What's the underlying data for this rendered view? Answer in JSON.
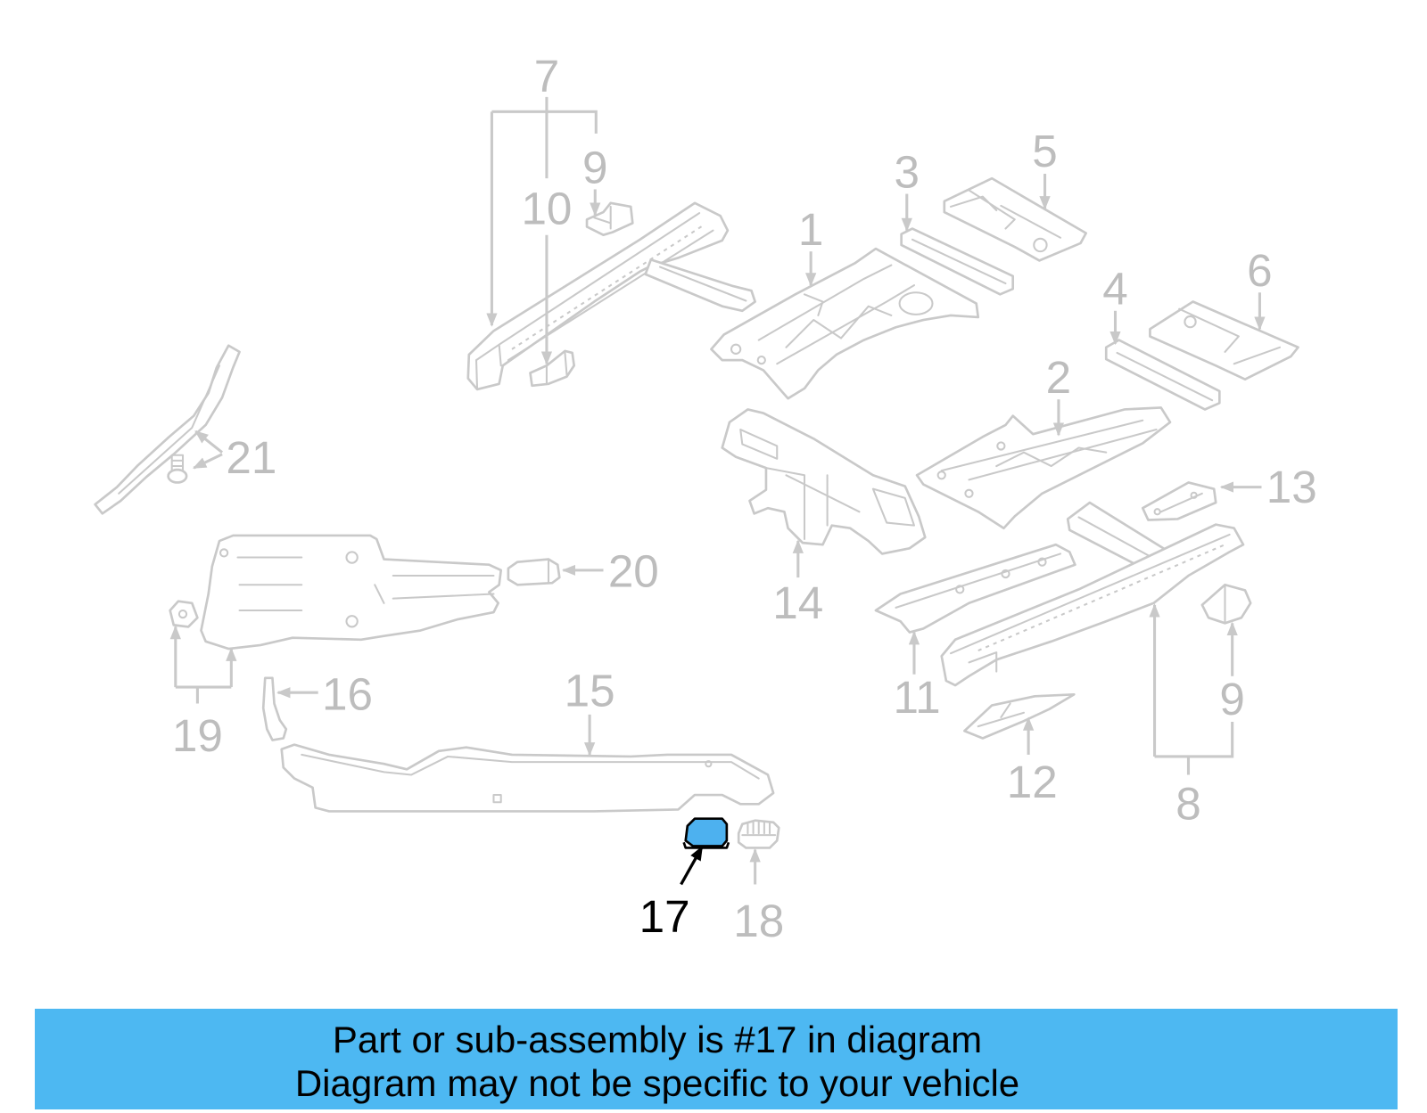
{
  "diagram": {
    "callouts": [
      {
        "label": "7"
      },
      {
        "label": "9"
      },
      {
        "label": "10"
      },
      {
        "label": "1"
      },
      {
        "label": "3"
      },
      {
        "label": "5"
      },
      {
        "label": "4"
      },
      {
        "label": "6"
      },
      {
        "label": "2"
      },
      {
        "label": "21"
      },
      {
        "label": "13"
      },
      {
        "label": "20"
      },
      {
        "label": "14"
      },
      {
        "label": "11"
      },
      {
        "label": "9"
      },
      {
        "label": "16"
      },
      {
        "label": "15"
      },
      {
        "label": "19"
      },
      {
        "label": "12"
      },
      {
        "label": "8"
      },
      {
        "label": "17",
        "highlighted": true
      },
      {
        "label": "18"
      }
    ]
  },
  "banner": {
    "line1": "Part or sub-assembly is #17 in diagram",
    "line2": "Diagram may not be specific to your vehicle"
  },
  "colors": {
    "background": "#ffffff",
    "part_lines": "#c9c9c9",
    "callout_text": "#bdbdbd",
    "callout_highlighted": "#000000",
    "highlighted_part_fill": "#4db1ef",
    "banner_background": "#4db8f2",
    "banner_text": "#000000"
  }
}
